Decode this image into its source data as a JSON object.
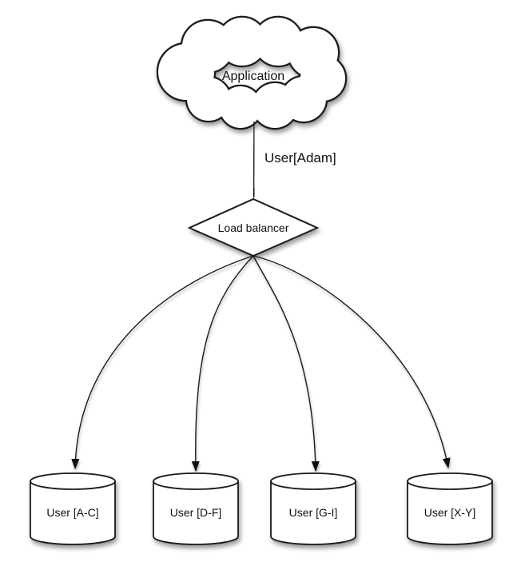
{
  "diagram": {
    "application": {
      "label": "Application"
    },
    "request_edge": {
      "label": "User[Adam]"
    },
    "load_balancer": {
      "label": "Load balancer"
    },
    "shards": [
      {
        "label": "User [A-C]"
      },
      {
        "label": "User [D-F]"
      },
      {
        "label": "User [G-I]"
      },
      {
        "label": "User [X-Y]"
      }
    ],
    "colors": {
      "stroke": "#1a1a1a",
      "shape_fill": "#ffffff",
      "background": "#ffffff"
    }
  }
}
